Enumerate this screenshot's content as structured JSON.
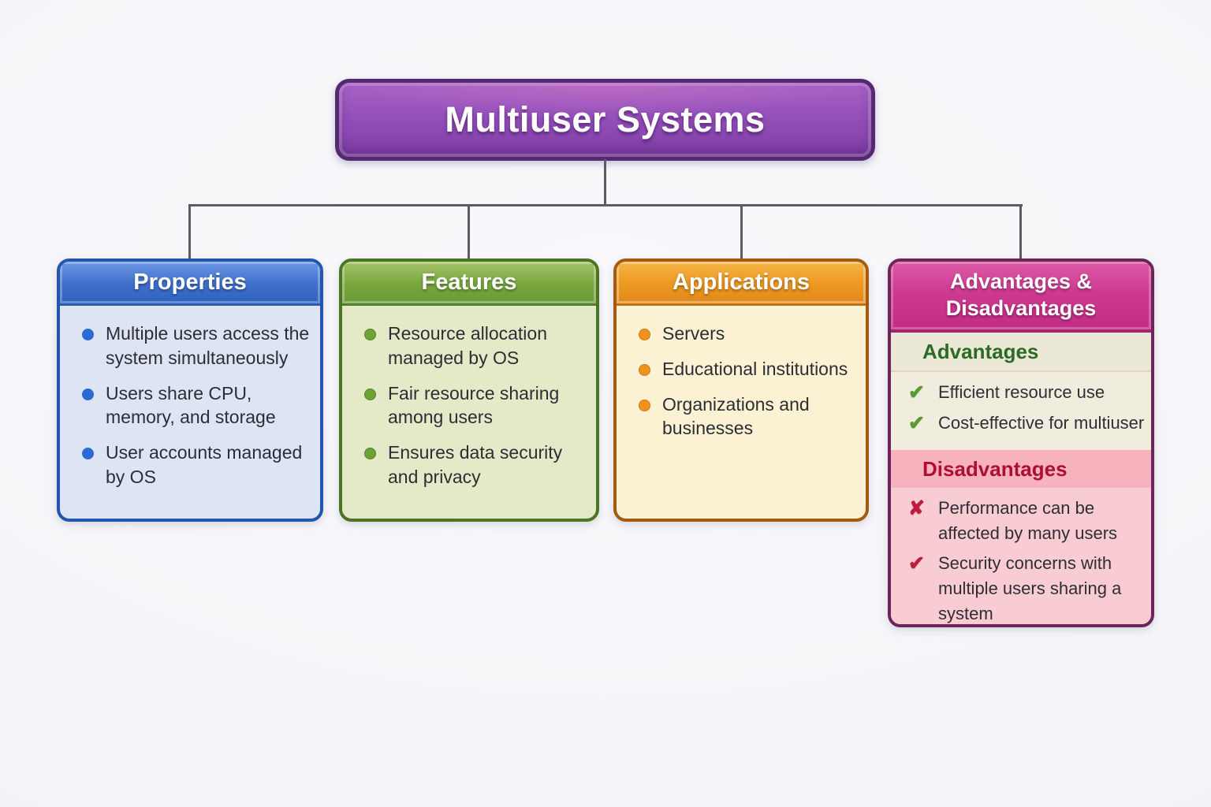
{
  "title": "Multiuser Systems",
  "icons": {
    "check": "✔",
    "cross": "✘"
  },
  "colors": {
    "root_purple": "#8f4cb3",
    "root_border": "#532a72",
    "connector_gray": "#5c5c67",
    "properties_blue": "#3d6fcb",
    "features_green": "#6a9a35",
    "applications_orange": "#ec9821",
    "advdis_magenta": "#c9308a",
    "advantages_green": "#2c6b26",
    "disadvantages_red": "#ae0e32",
    "check_green": "#579b31",
    "mark_red": "#bf1b3b"
  },
  "boxes": {
    "properties": {
      "title": "Properties",
      "items": [
        "Multiple users access the system simultaneously",
        "Users share CPU, memory, and storage",
        "User accounts managed by OS"
      ]
    },
    "features": {
      "title": "Features",
      "items": [
        "Resource allocation managed by OS",
        "Fair resource sharing among users",
        "Ensures data security and privacy"
      ]
    },
    "applications": {
      "title": "Applications",
      "items": [
        "Servers",
        "Educational institutions",
        "Organizations and businesses"
      ]
    },
    "advantages_disadvantages": {
      "title": "Advantages & Disadvantages",
      "advantages": {
        "heading": "Advantages",
        "items": [
          {
            "icon": "check",
            "text": "Efficient resource use"
          },
          {
            "icon": "check",
            "text": "Cost-effective for multiuser"
          }
        ]
      },
      "disadvantages": {
        "heading": "Disadvantages",
        "items": [
          {
            "icon": "cross",
            "text": "Performance can be affected by many users"
          },
          {
            "icon": "check",
            "text": "Security concerns with multiple users sharing a system"
          }
        ]
      }
    }
  }
}
